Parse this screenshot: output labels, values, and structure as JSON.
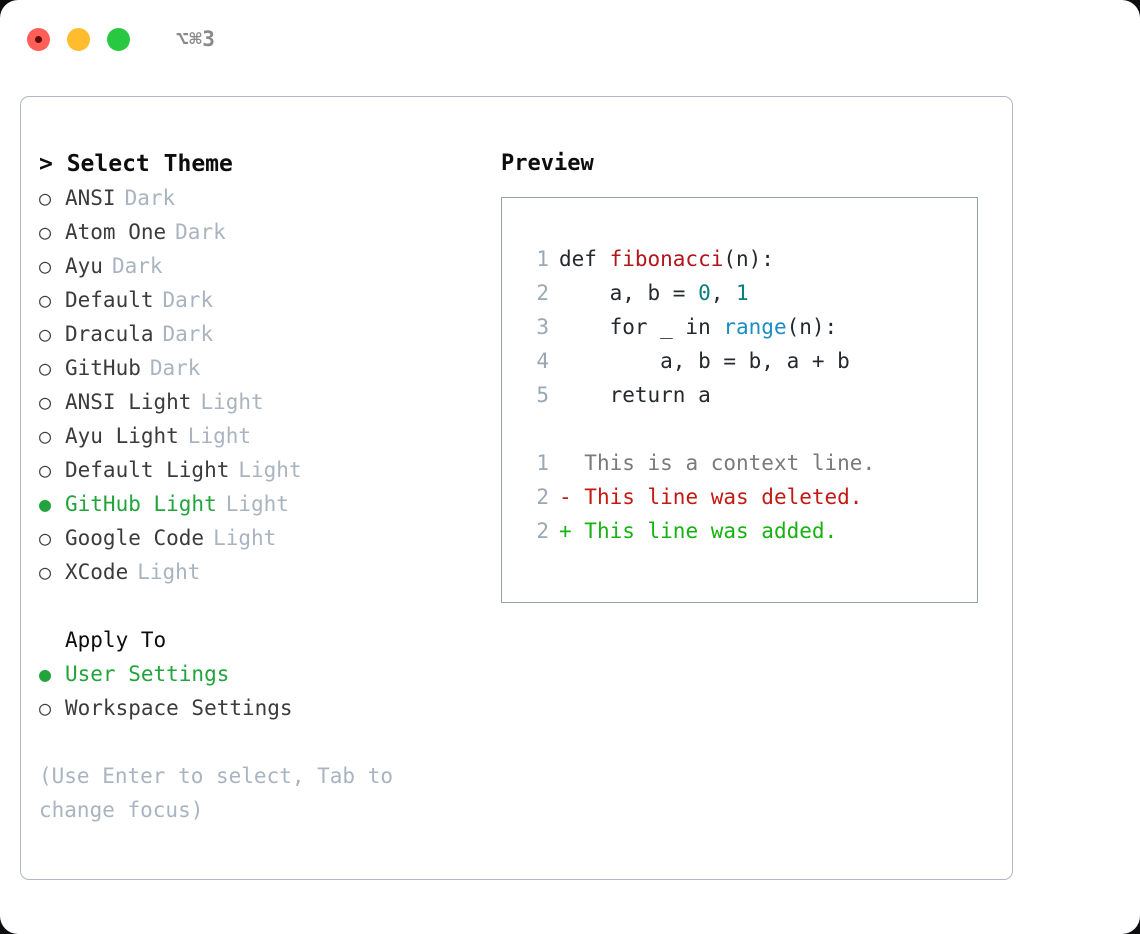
{
  "titlebar": {
    "shortcut": "⌥⌘3",
    "lights": [
      {
        "name": "close",
        "color": "#ff5f57"
      },
      {
        "name": "minimize",
        "color": "#ffbd2e"
      },
      {
        "name": "maximize",
        "color": "#28c840"
      }
    ]
  },
  "theme_panel": {
    "header": "> Select Theme",
    "items": [
      {
        "bullet": "○",
        "label": "ANSI",
        "badge": "Dark",
        "selected": false
      },
      {
        "bullet": "○",
        "label": "Atom One",
        "badge": "Dark",
        "selected": false
      },
      {
        "bullet": "○",
        "label": "Ayu",
        "badge": "Dark",
        "selected": false
      },
      {
        "bullet": "○",
        "label": "Default",
        "badge": "Dark",
        "selected": false
      },
      {
        "bullet": "○",
        "label": "Dracula",
        "badge": "Dark",
        "selected": false
      },
      {
        "bullet": "○",
        "label": "GitHub",
        "badge": "Dark",
        "selected": false
      },
      {
        "bullet": "○",
        "label": "ANSI Light",
        "badge": "Light",
        "selected": false
      },
      {
        "bullet": "○",
        "label": "Ayu Light",
        "badge": "Light",
        "selected": false
      },
      {
        "bullet": "○",
        "label": "Default Light",
        "badge": "Light",
        "selected": false
      },
      {
        "bullet": "●",
        "label": "GitHub Light",
        "badge": "Light",
        "selected": true
      },
      {
        "bullet": "○",
        "label": "Google Code",
        "badge": "Light",
        "selected": false
      },
      {
        "bullet": "○",
        "label": "XCode",
        "badge": "Light",
        "selected": false
      }
    ]
  },
  "apply_to": {
    "header": "Apply To",
    "items": [
      {
        "bullet": "●",
        "label": "User Settings",
        "selected": true
      },
      {
        "bullet": "○",
        "label": "Workspace Settings",
        "selected": false
      }
    ]
  },
  "hint": "(Use Enter to select, Tab to change focus)",
  "preview": {
    "title": "Preview",
    "code_lines": [
      {
        "no": "1",
        "tokens": [
          {
            "t": "def ",
            "c": "plain"
          },
          {
            "t": "fibonacci",
            "c": "fn"
          },
          {
            "t": "(n):",
            "c": "plain"
          }
        ]
      },
      {
        "no": "2",
        "tokens": [
          {
            "t": "    a, b = ",
            "c": "plain"
          },
          {
            "t": "0",
            "c": "num"
          },
          {
            "t": ", ",
            "c": "plain"
          },
          {
            "t": "1",
            "c": "num"
          }
        ]
      },
      {
        "no": "3",
        "tokens": [
          {
            "t": "    for _ in ",
            "c": "plain"
          },
          {
            "t": "range",
            "c": "builtin"
          },
          {
            "t": "(n):",
            "c": "plain"
          }
        ]
      },
      {
        "no": "4",
        "tokens": [
          {
            "t": "        a, b = b, a + b",
            "c": "plain"
          }
        ]
      },
      {
        "no": "5",
        "tokens": [
          {
            "t": "    return a",
            "c": "plain"
          }
        ]
      }
    ],
    "diff_lines": [
      {
        "no": "1",
        "marker": "  ",
        "text": "This is a context line.",
        "kind": "context"
      },
      {
        "no": "2",
        "marker": "- ",
        "text": "This line was deleted.",
        "kind": "del"
      },
      {
        "no": "2",
        "marker": "+ ",
        "text": "This line was added.",
        "kind": "add"
      }
    ]
  },
  "colors": {
    "accent_green": "#23a33c",
    "muted": "#a9b4c0",
    "border": "#aeb8c4",
    "preview_border": "#93a0ae",
    "diff_add": "#16b310",
    "diff_del": "#c21a12"
  }
}
